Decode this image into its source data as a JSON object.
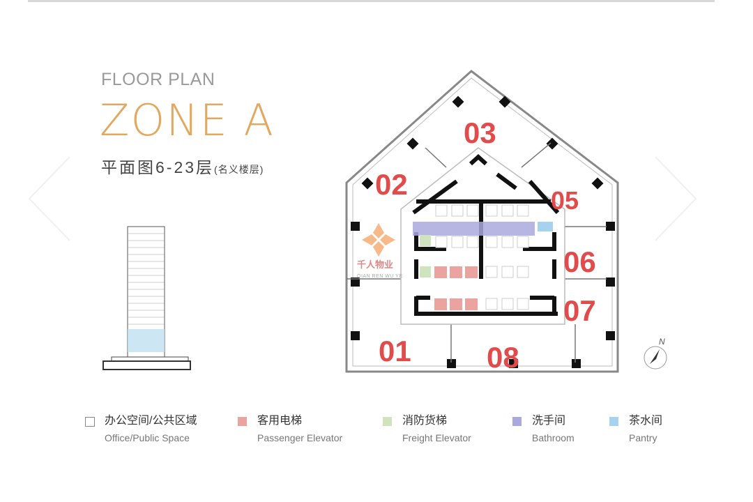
{
  "header": {
    "kicker": "FLOOR PLAN",
    "title": "ZONE A",
    "subtitle": "平面图6-23层",
    "subtitle_note": "(名义楼层)"
  },
  "plan": {
    "zones": [
      "01",
      "02",
      "03",
      "05",
      "06",
      "07",
      "08"
    ],
    "north_label": "N",
    "watermark": {
      "name": "千人物业",
      "pinyin": "QIAN REN WU YE"
    }
  },
  "legend": [
    {
      "zh": "办公空间/公共区域",
      "en": "Office/Public Space",
      "color": "#ffffff"
    },
    {
      "zh": "客用电梯",
      "en": "Passenger Elevator",
      "color": "#eba3a0"
    },
    {
      "zh": "消防货梯",
      "en": "Freight  Elevator",
      "color": "#cfe3bf"
    },
    {
      "zh": "洗手间",
      "en": "Bathroom",
      "color": "#aaa8dc"
    },
    {
      "zh": "茶水间",
      "en": "Pantry",
      "color": "#a6d2ee"
    }
  ],
  "colors": {
    "accent": "#e3a860",
    "zone_label": "#e24b4b"
  }
}
